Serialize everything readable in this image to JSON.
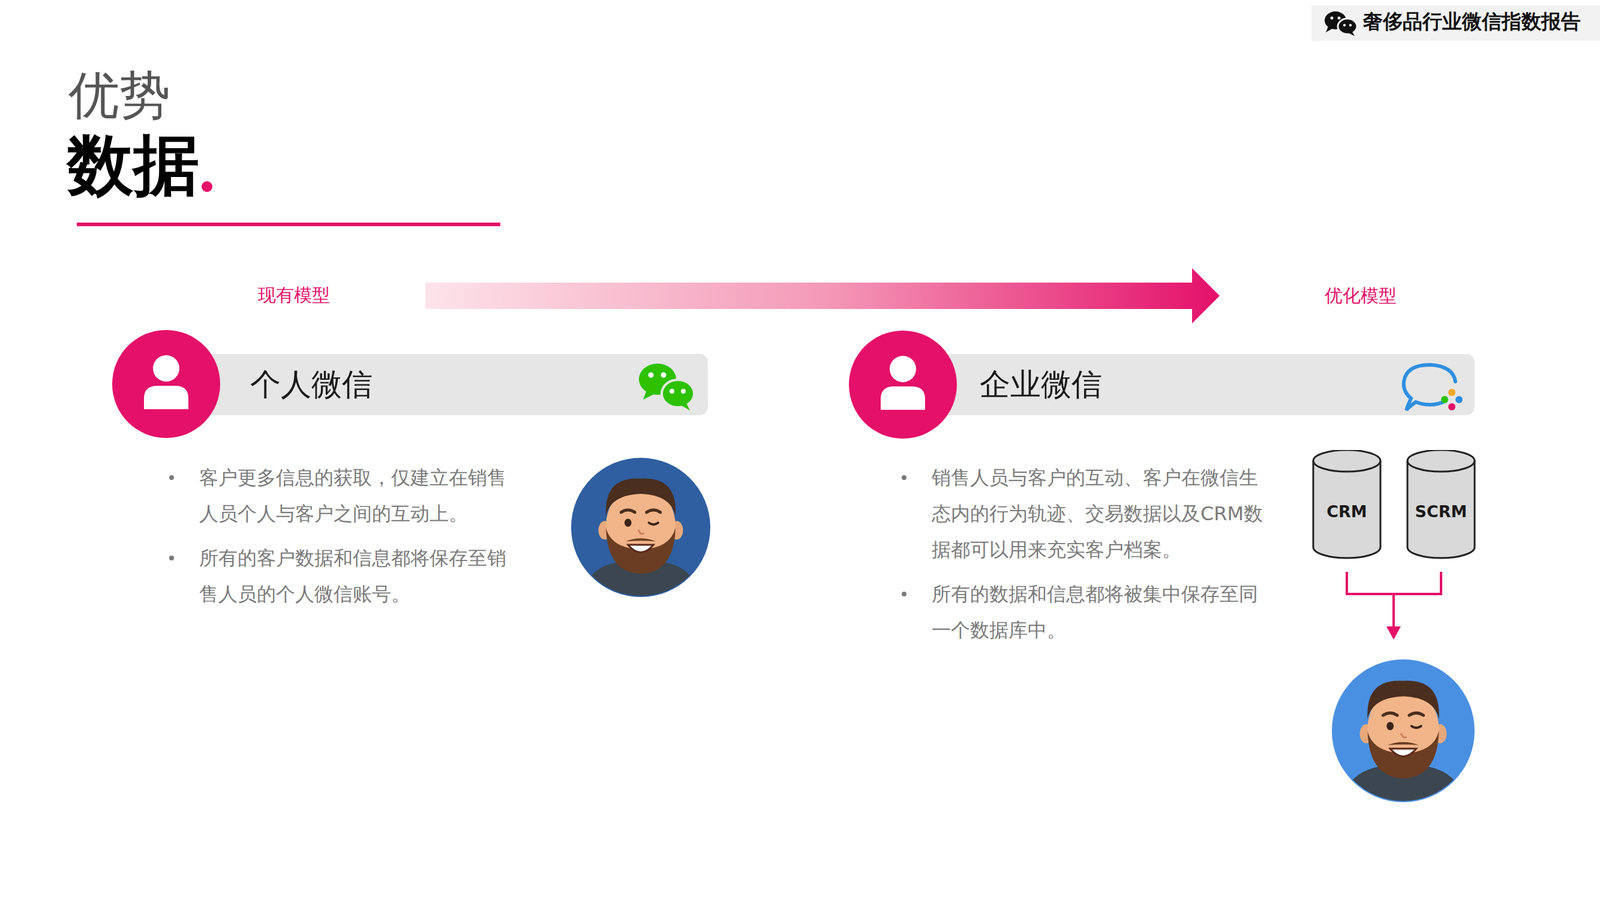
{
  "diagram": {
    "title": "数据",
    "nodes": [
      {
        "text": [
          "个人微信"
        ]
      },
      {
        "text": [
          "企业微信"
        ]
      },
      {
        "text": [
          "CRM"
        ]
      },
      {
        "text": [
          "SCRM"
        ]
      }
    ],
    "labels": [
      "奢侈品行业微信指数报告",
      "优势",
      "现有模型",
      "优化模型",
      "客户更多信息的获取，仅建立在销售人员个人与客户之间的互动上。",
      "所有的客户数据和信息都将保存至销售人员的个人微信账号。",
      "销售人员与客户的互动、客户在微信生态内的行为轨迹、交易数据以及CRM数据都可以用来充实客户档案。",
      "所有的数据和信息都将被集中保存至同一个数据库中。"
    ]
  }
}
